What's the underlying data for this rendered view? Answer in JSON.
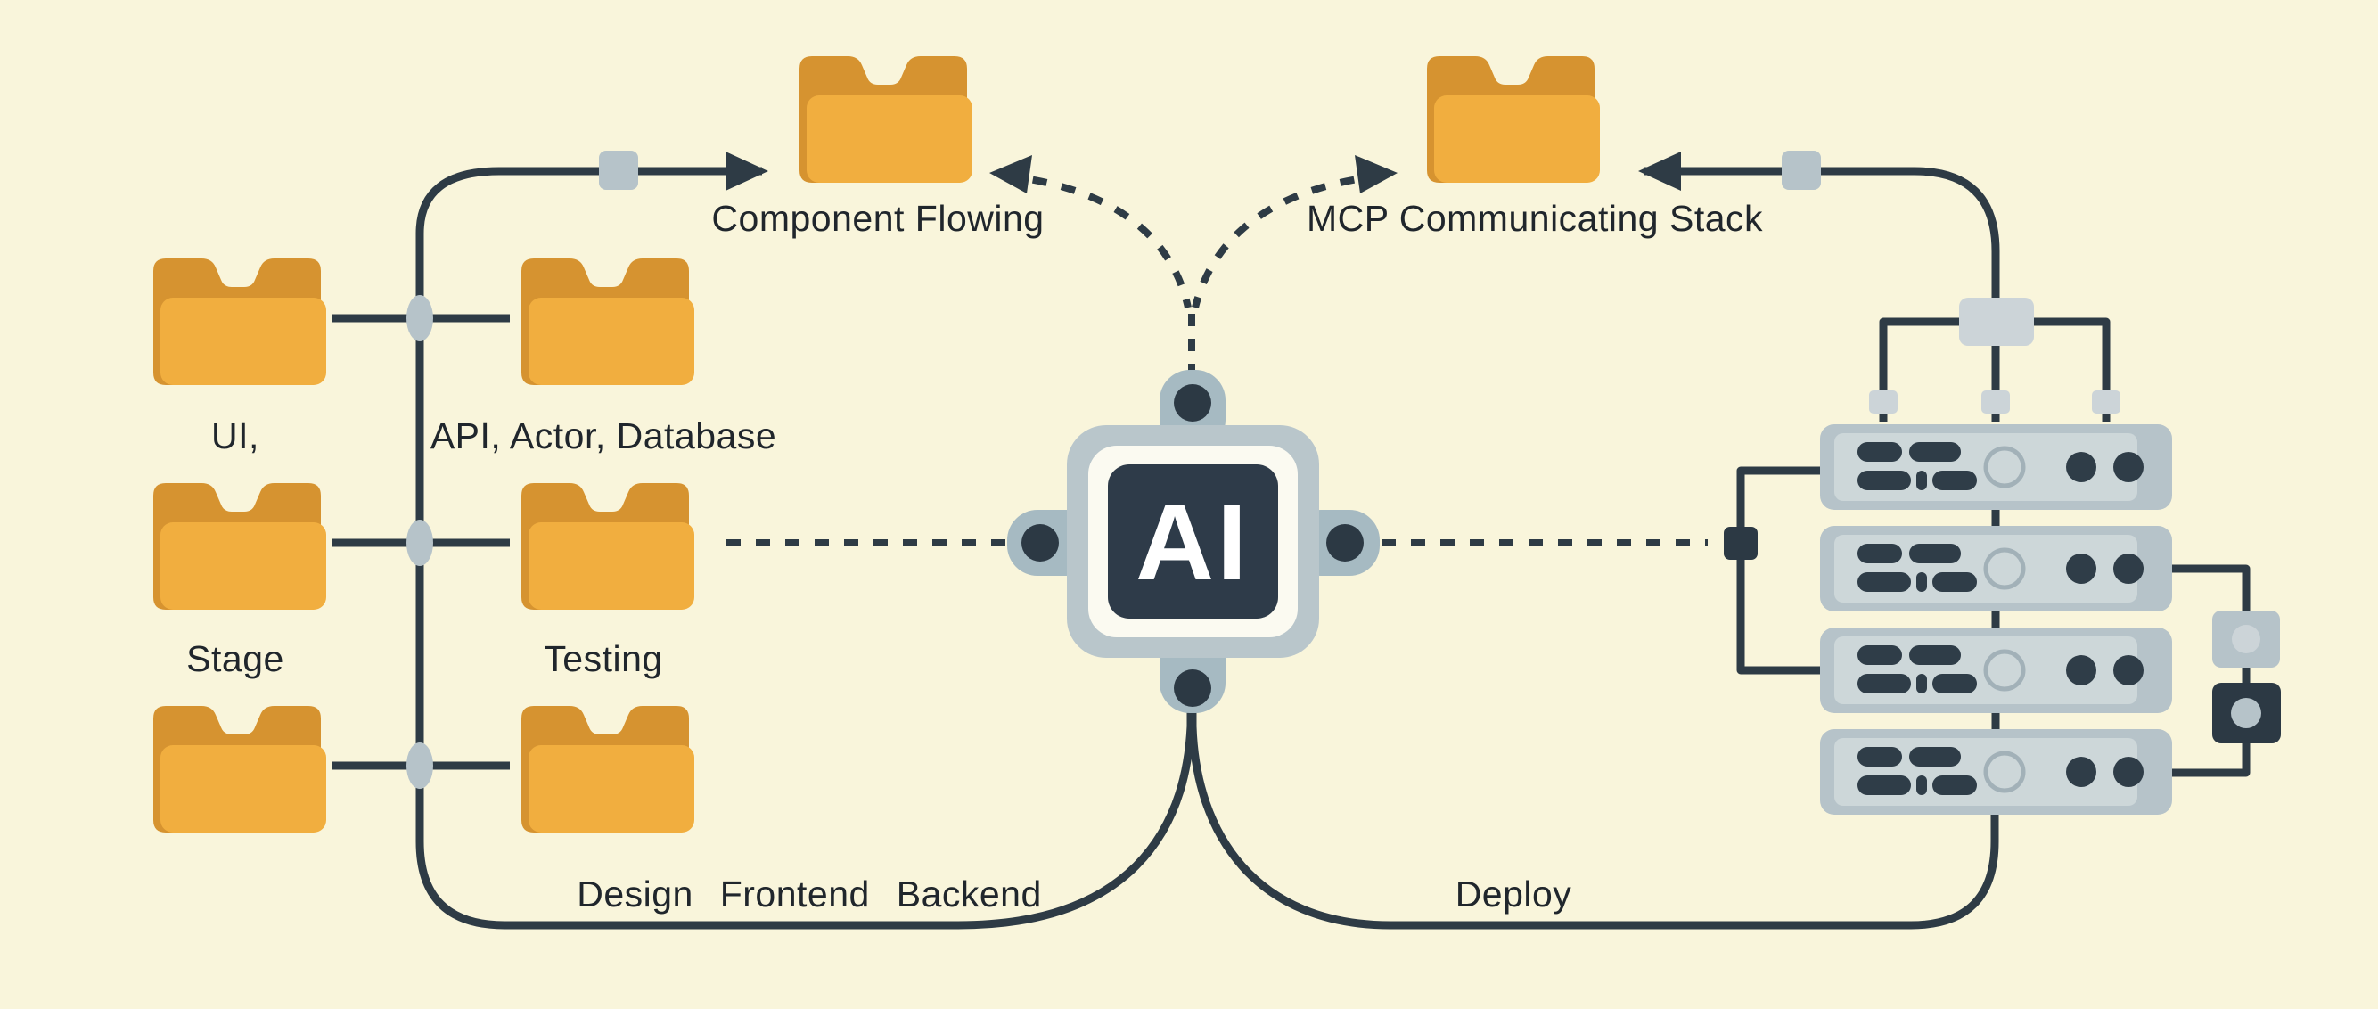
{
  "canvas": {
    "background": "#f9f5db",
    "line_color": "#2e3b45"
  },
  "palette": {
    "bg": "#f9f5db",
    "line": "#2e3b45",
    "text": "#20262c",
    "folder_front": "#f1ae3f",
    "folder_back": "#d69330",
    "connector_light": "#b6c3c9",
    "connector_lighter": "#ccd4d8",
    "dark_node": "#2c3944",
    "chip_body": "#b9c6cb",
    "chip_tab": "#a6bac2",
    "chip_ring": "#fbfaf1",
    "chip_core": "#2e3b49",
    "server_body": "#b6c3c9",
    "server_panel": "#cdd7d9",
    "server_detail": "#2f3d48",
    "server_ring": "#a2b1b8"
  },
  "labels": {
    "component_folder": "Component Flowing",
    "mcp_folder": "MCP Communicating Stack",
    "row1_left": "UI,",
    "row1_right": "API, Actor, Database",
    "row2_left": "Stage",
    "row2_right": "Testing",
    "bottom_left": "Design Frontend Backend",
    "bottom_right": "Deploy",
    "chip": "AI"
  },
  "icons": [
    "folder-icon",
    "ai-chip-icon",
    "server-rack-icon",
    "arrowhead-icon",
    "connector-square-icon",
    "connector-oval-icon",
    "dashed-flow-line",
    "solid-flow-line"
  ]
}
